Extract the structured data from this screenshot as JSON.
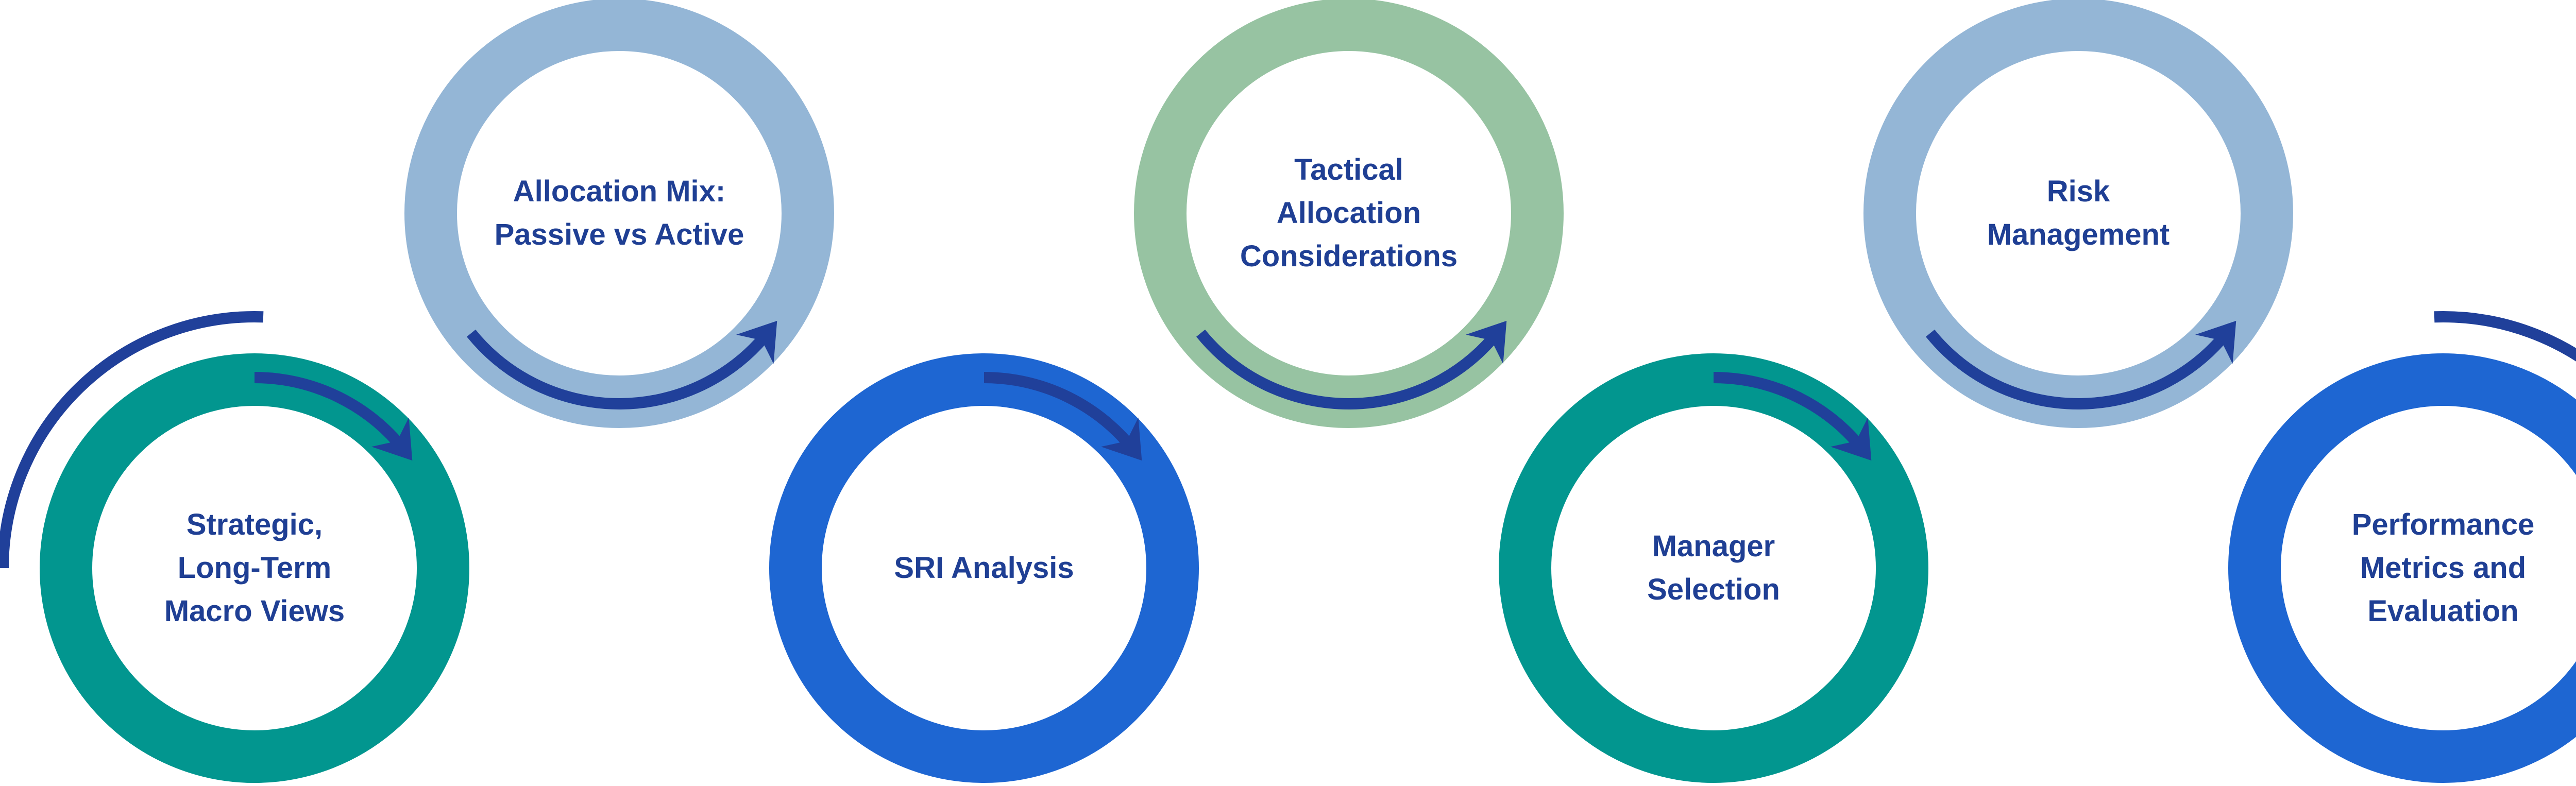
{
  "colors": {
    "teal": "#02968f",
    "blue": "#1e66d2",
    "light_blue": "#94b6d6",
    "green": "#97c3a2",
    "arrow": "#20409a",
    "label_text": "#1f3f94"
  },
  "steps": [
    {
      "id": "strategic-macro-views",
      "label": "Strategic,\nLong-Term\nMacro Views",
      "color": "teal",
      "row": "bottom"
    },
    {
      "id": "allocation-mix",
      "label": "Allocation Mix:\nPassive vs Active",
      "color": "light_blue",
      "row": "top"
    },
    {
      "id": "sri-analysis",
      "label": "SRI Analysis",
      "color": "blue",
      "row": "bottom"
    },
    {
      "id": "tactical-allocation",
      "label": "Tactical\nAllocation\nConsiderations",
      "color": "green",
      "row": "top"
    },
    {
      "id": "manager-selection",
      "label": "Manager\nSelection",
      "color": "teal",
      "row": "bottom"
    },
    {
      "id": "risk-management",
      "label": "Risk\nManagement",
      "color": "light_blue",
      "row": "top"
    },
    {
      "id": "performance-metrics",
      "label": "Performance\nMetrics and\nEvaluation",
      "color": "blue",
      "row": "bottom"
    }
  ],
  "connectors": [
    {
      "from": "strategic-macro-views",
      "to": "allocation-mix",
      "icon": "arrow-arc-icon"
    },
    {
      "from": "allocation-mix",
      "to": "sri-analysis",
      "icon": "arrow-arc-icon"
    },
    {
      "from": "sri-analysis",
      "to": "tactical-allocation",
      "icon": "arrow-arc-icon"
    },
    {
      "from": "tactical-allocation",
      "to": "manager-selection",
      "icon": "arrow-arc-icon"
    },
    {
      "from": "manager-selection",
      "to": "risk-management",
      "icon": "arrow-arc-icon"
    },
    {
      "from": "risk-management",
      "to": "performance-metrics",
      "icon": "arrow-arc-icon"
    }
  ]
}
